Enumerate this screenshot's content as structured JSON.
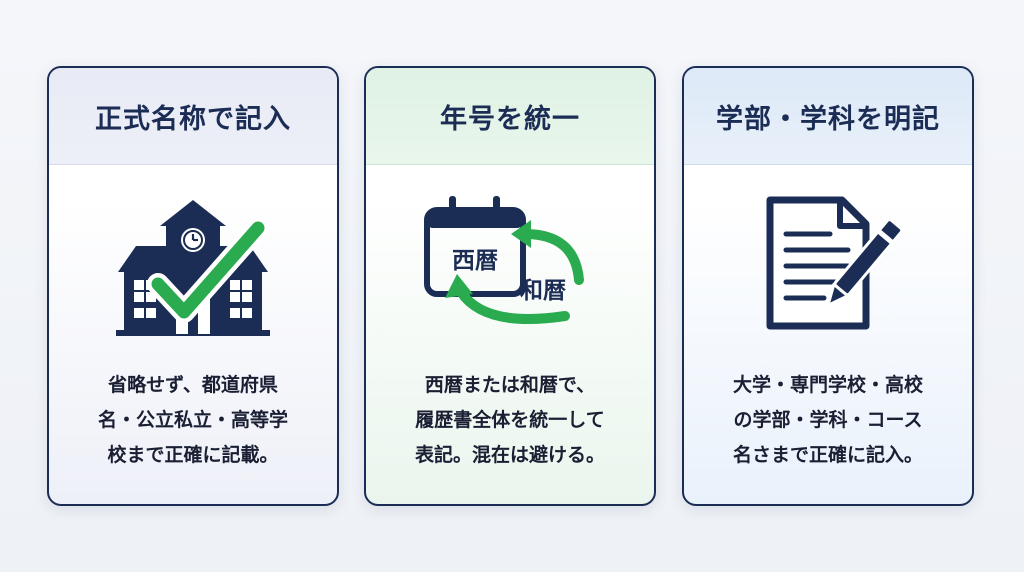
{
  "cards": [
    {
      "title": "正式名称で記入",
      "icon": "school-building-checkmark-icon",
      "lines": [
        "省略せず、都道府県",
        "名・公立私立・高等学",
        "校まで正確に記載。"
      ]
    },
    {
      "title": "年号を統一",
      "icon": "calendar-cycle-icon",
      "calendar_labels": {
        "seireki": "西暦",
        "wareki": "和暦"
      },
      "lines": [
        "西暦または和暦で、",
        "履歴書全体を統一して",
        "表記。混在は避ける。"
      ]
    },
    {
      "title": "学部・学科を明記",
      "icon": "document-pen-icon",
      "lines": [
        "大学・専門学校・高校",
        "の学部・学科・コース",
        "名さまで正確に記入。"
      ]
    }
  ],
  "colors": {
    "navy": "#1c2d55",
    "green": "#2bab4f",
    "card1_header": "#e8eaf5",
    "card2_header": "#dff2e4",
    "card3_header": "#dde9f7"
  }
}
